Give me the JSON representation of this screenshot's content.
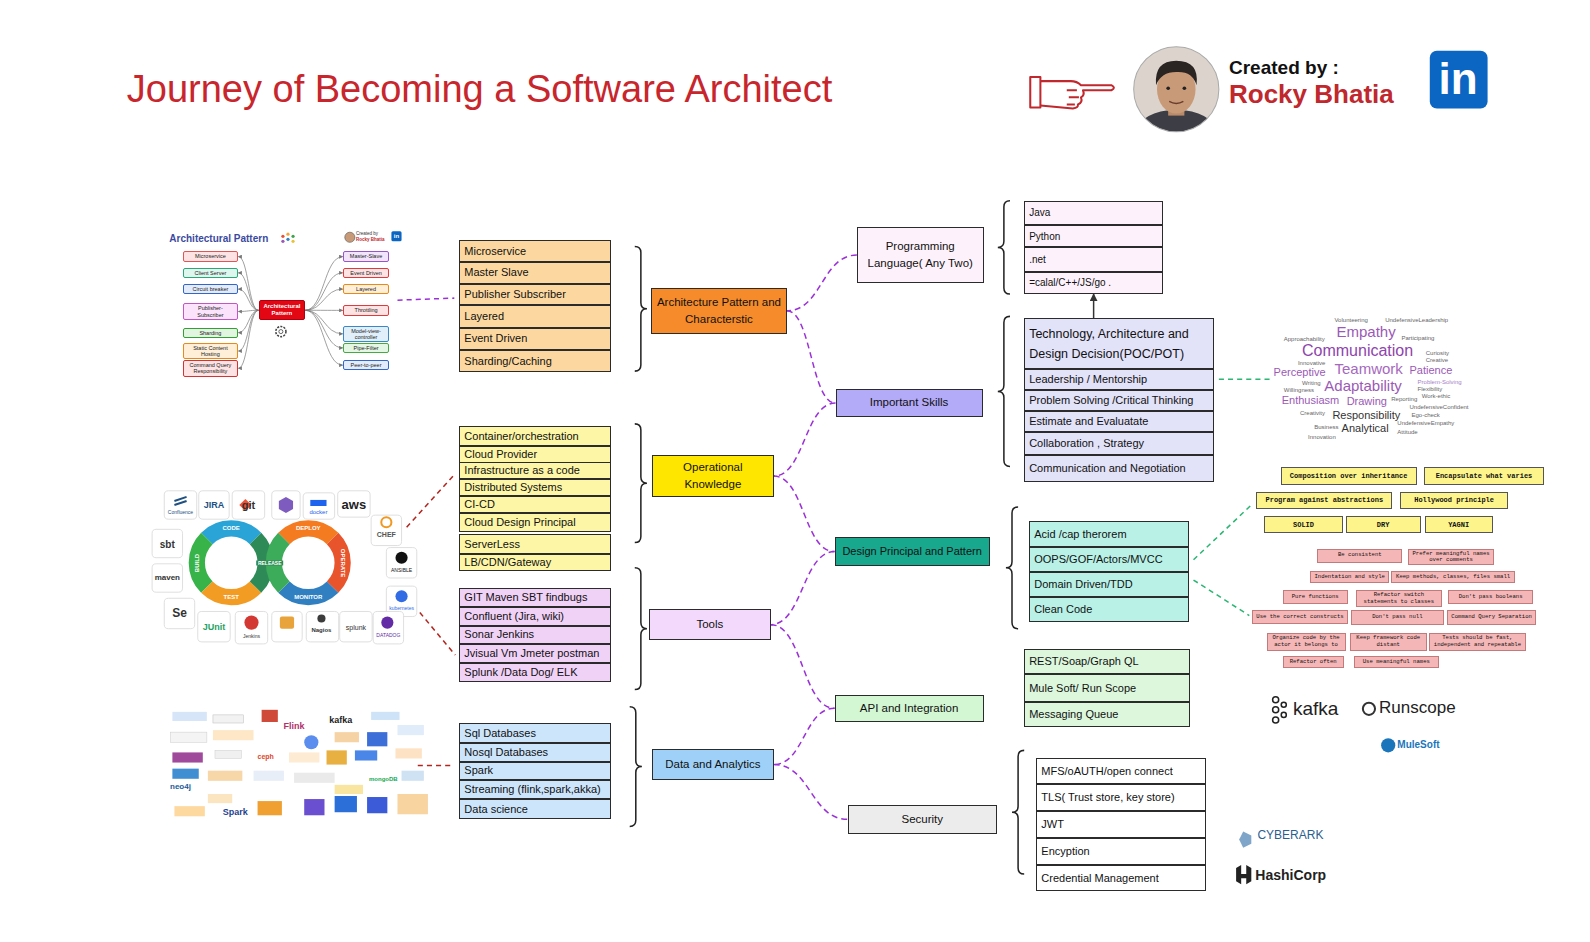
{
  "diagram": {
    "title": "Journey of Becoming a Software Architect",
    "nodes": [
      {
        "text": [
          "Architectural Pattern"
        ]
      },
      {
        "text": [
          "Microservice"
        ]
      },
      {
        "text": [
          "Client Server"
        ]
      },
      {
        "text": [
          "Circuit breaker"
        ]
      },
      {
        "text": [
          "Publisher-Subscriber"
        ]
      },
      {
        "text": [
          "Sharding"
        ]
      },
      {
        "text": [
          "Static Content Hosting"
        ]
      },
      {
        "text": [
          "Command Query Responsibility"
        ]
      },
      {
        "text": [
          "Master-Slave"
        ]
      },
      {
        "text": [
          "Event Driven"
        ]
      },
      {
        "text": [
          "Layered"
        ]
      },
      {
        "text": [
          "Throttling"
        ]
      },
      {
        "text": [
          "Model-view-controller"
        ]
      },
      {
        "text": [
          "Pipe-Filter"
        ]
      },
      {
        "text": [
          "Peer-to-peer"
        ]
      },
      {
        "text": [
          "Microservice"
        ]
      },
      {
        "text": [
          "Master Slave"
        ]
      },
      {
        "text": [
          "Publisher Subscriber"
        ]
      },
      {
        "text": [
          "Layered"
        ]
      },
      {
        "text": [
          "Event Driven"
        ]
      },
      {
        "text": [
          "Sharding/Caching"
        ]
      },
      {
        "text": [
          "Architecture Pattern and Characterstic"
        ]
      },
      {
        "text": [
          "Programming Language( Any Two)"
        ]
      },
      {
        "text": [
          "Java"
        ]
      },
      {
        "text": [
          "Python"
        ]
      },
      {
        "text": [
          ".net"
        ]
      },
      {
        "text": [
          "=calal/C++/JS/go ."
        ]
      },
      {
        "text": [
          "Important Skills"
        ]
      },
      {
        "text": [
          "Technology, Architecture and Design Decision(POC/POT)"
        ]
      },
      {
        "text": [
          "Leadership / Mentorship"
        ]
      },
      {
        "text": [
          "Problem Solving /Critical Thinking"
        ]
      },
      {
        "text": [
          "Estimate and Evaluatate"
        ]
      },
      {
        "text": [
          "Collaboration , Strategy"
        ]
      },
      {
        "text": [
          "Communication and Negotiation"
        ]
      },
      {
        "text": [
          "Container/orchestration"
        ]
      },
      {
        "text": [
          "Cloud Provider"
        ]
      },
      {
        "text": [
          "Infrastructure as a code"
        ]
      },
      {
        "text": [
          "Distributed Systems"
        ]
      },
      {
        "text": [
          "CI-CD"
        ]
      },
      {
        "text": [
          "Cloud Design Principal"
        ]
      },
      {
        "text": [
          "ServerLess"
        ]
      },
      {
        "text": [
          "LB/CDN/Gateway"
        ]
      },
      {
        "text": [
          "Operational Knowledge"
        ]
      },
      {
        "text": [
          "Design Principal and Pattern"
        ]
      },
      {
        "text": [
          "Acid /cap therorem"
        ]
      },
      {
        "text": [
          "OOPS/GOF/Actors/MVCC"
        ]
      },
      {
        "text": [
          "Domain Driven/TDD"
        ]
      },
      {
        "text": [
          "Clean Code"
        ]
      },
      {
        "text": [
          "Composition over inheritance"
        ]
      },
      {
        "text": [
          "Encapsulate what varies"
        ]
      },
      {
        "text": [
          "Program against abstractions"
        ]
      },
      {
        "text": [
          "Hollywood principle"
        ]
      },
      {
        "text": [
          "SOLID"
        ]
      },
      {
        "text": [
          "DRY"
        ]
      },
      {
        "text": [
          "YAGNI"
        ]
      },
      {
        "text": [
          "Be consistent"
        ]
      },
      {
        "text": [
          "Prefer meaningful names over comments"
        ]
      },
      {
        "text": [
          "Indentation and style"
        ]
      },
      {
        "text": [
          "Keep methods, classes, files small"
        ]
      },
      {
        "text": [
          "Pure functions"
        ]
      },
      {
        "text": [
          "Refactor switch statements to classes"
        ]
      },
      {
        "text": [
          "Don't pass booleans"
        ]
      },
      {
        "text": [
          "Use the correct constructs"
        ]
      },
      {
        "text": [
          "Don't pass null"
        ]
      },
      {
        "text": [
          "Command Query Separation"
        ]
      },
      {
        "text": [
          "Organize code by the actor it belongs to"
        ]
      },
      {
        "text": [
          "Keep framework code distant"
        ]
      },
      {
        "text": [
          "Tests should be fast, independent and repeatable"
        ]
      },
      {
        "text": [
          "Refactor often"
        ]
      },
      {
        "text": [
          "Use meaningful names"
        ]
      },
      {
        "text": [
          "GIT Maven SBT findbugs"
        ]
      },
      {
        "text": [
          "Confluent (Jira, wiki)"
        ]
      },
      {
        "text": [
          "Sonar Jenkins"
        ]
      },
      {
        "text": [
          "Jvisual Vm Jmeter postman"
        ]
      },
      {
        "text": [
          "Splunk /Data Dog/ ELK"
        ]
      },
      {
        "text": [
          "Tools"
        ]
      },
      {
        "text": [
          "API and Integration"
        ]
      },
      {
        "text": [
          "REST/Soap/Graph QL"
        ]
      },
      {
        "text": [
          "Mule Soft/ Run Scope"
        ]
      },
      {
        "text": [
          "Messaging Queue"
        ]
      },
      {
        "text": [
          "Sql Databases"
        ]
      },
      {
        "text": [
          "Nosql Databases"
        ]
      },
      {
        "text": [
          "Spark"
        ]
      },
      {
        "text": [
          "Streaming (flink,spark,akka)"
        ]
      },
      {
        "text": [
          "Data science"
        ]
      },
      {
        "text": [
          "Data and Analytics"
        ]
      },
      {
        "text": [
          "Security"
        ]
      },
      {
        "text": [
          "MFS/oAUTH/open connect"
        ]
      },
      {
        "text": [
          "TLS( Trust store, key store)"
        ]
      },
      {
        "text": [
          "JWT"
        ]
      },
      {
        "text": [
          "Encyption"
        ]
      },
      {
        "text": [
          "Credential Management"
        ]
      }
    ],
    "edges": [
      {
        "from": 0,
        "to": 1,
        "arrow": "to"
      },
      {
        "from": 0,
        "to": 2,
        "arrow": "to"
      },
      {
        "from": 0,
        "to": 3,
        "arrow": "to"
      },
      {
        "from": 0,
        "to": 4,
        "arrow": "to"
      },
      {
        "from": 0,
        "to": 5,
        "arrow": "to"
      },
      {
        "from": 0,
        "to": 6,
        "arrow": "to"
      },
      {
        "from": 0,
        "to": 7,
        "arrow": "to"
      },
      {
        "from": 0,
        "to": 8,
        "arrow": "to"
      },
      {
        "from": 0,
        "to": 9,
        "arrow": "to"
      },
      {
        "from": 0,
        "to": 10,
        "arrow": "to"
      },
      {
        "from": 0,
        "to": 11,
        "arrow": "to"
      },
      {
        "from": 0,
        "to": 12,
        "arrow": "to"
      },
      {
        "from": 0,
        "to": 13,
        "arrow": "to"
      },
      {
        "from": 0,
        "to": 14,
        "arrow": "to"
      },
      {
        "from": 22,
        "to": 21,
        "arrow": "none"
      },
      {
        "from": 21,
        "to": 27,
        "arrow": "none"
      },
      {
        "from": 27,
        "to": 42,
        "arrow": "none"
      },
      {
        "from": 42,
        "to": 43,
        "arrow": "none"
      },
      {
        "from": 43,
        "to": 75,
        "arrow": "none"
      },
      {
        "from": 75,
        "to": 76,
        "arrow": "none"
      },
      {
        "from": 76,
        "to": 85,
        "arrow": "none"
      },
      {
        "from": 85,
        "to": 86,
        "arrow": "none"
      },
      {
        "from": 28,
        "to": 26,
        "arrow": "to"
      }
    ],
    "labels": [
      "Created by :",
      "Rocky Bhatia",
      "in",
      "Architectural Pattern",
      "Created by",
      "Rocky Bhatia",
      "in",
      "Volunteering",
      "UndefensiveLeadership",
      "Approachability",
      "Empathy",
      "Participating",
      "Communication",
      "Curiosity",
      "Innovative",
      "Creative",
      "Perceptive",
      "Teamwork",
      "Patience",
      "Writing",
      "Problem-Solving",
      "Willingness",
      "Adaptability",
      "Flexibility",
      "Enthusiasm",
      "Drawing",
      "Reporting",
      "Work-ethic",
      "Creativity",
      "Responsibility",
      "UndefensiveConfident",
      "Ego-check",
      "Business",
      "Analytical",
      "UndefensiveEmpathy",
      "Innovation",
      "Attitude",
      "kafka",
      "Runscope",
      "MuleSoft",
      "CYBERARK",
      "HashiCorp",
      "Confluence",
      "JIRA",
      "git",
      "docker",
      "aws",
      "CHEF",
      "ANSIBLE",
      "kubernetes",
      "sbt",
      "maven",
      "Se",
      "JUnit",
      "Jenkins",
      "Nagios",
      "splunk",
      "DATADOG",
      "CODE",
      "BUILD",
      "TEST",
      "RELEASE",
      "DEPLOY",
      "OPERATE",
      "MONITOR",
      "Flink",
      "kafka",
      "ceph",
      "neo4j",
      "Spark",
      "mongoDB"
    ]
  }
}
